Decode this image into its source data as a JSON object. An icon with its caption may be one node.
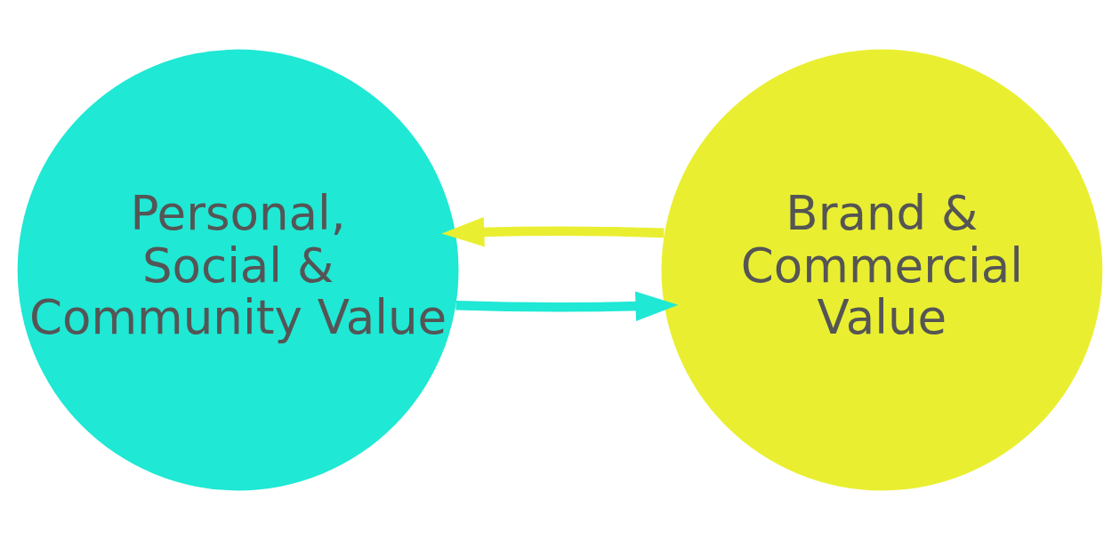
{
  "diagram": {
    "nodes": [
      {
        "text": [
          "Personal, Social & Community Value"
        ]
      },
      {
        "text": [
          "Brand & Commercial Value"
        ]
      }
    ],
    "edges": [
      {
        "from": 0,
        "to": 1,
        "arrow": "to",
        "color": "#1fe8d4"
      },
      {
        "from": 1,
        "to": 0,
        "arrow": "to",
        "color": "#e9ef30"
      }
    ]
  }
}
